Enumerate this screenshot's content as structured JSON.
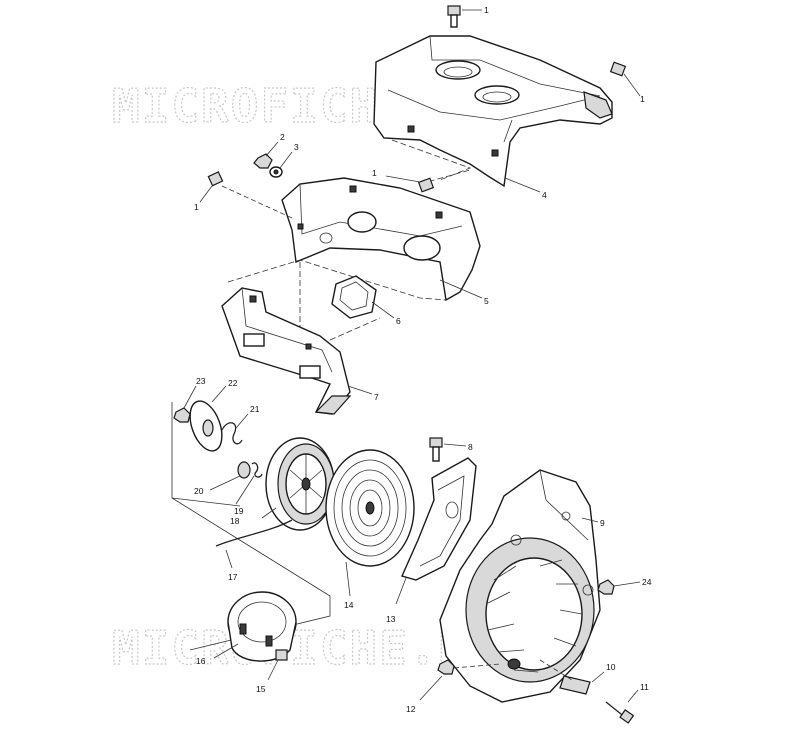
{
  "watermark": {
    "text": "MICROFICHE.NET",
    "color": "#c8c8c8"
  },
  "callouts": {
    "c1a": "1",
    "c1b": "1",
    "c1c": "1",
    "c1d": "1",
    "c2": "2",
    "c3": "3",
    "c4": "4",
    "c5": "5",
    "c6": "6",
    "c7": "7",
    "c8": "8",
    "c9": "9",
    "c10": "10",
    "c11": "11",
    "c12": "12",
    "c13": "13",
    "c14": "14",
    "c15": "15",
    "c16": "16",
    "c17": "17",
    "c18": "18",
    "c19": "19",
    "c20": "20",
    "c21": "21",
    "c22": "22",
    "c23": "23",
    "c24": "24"
  }
}
